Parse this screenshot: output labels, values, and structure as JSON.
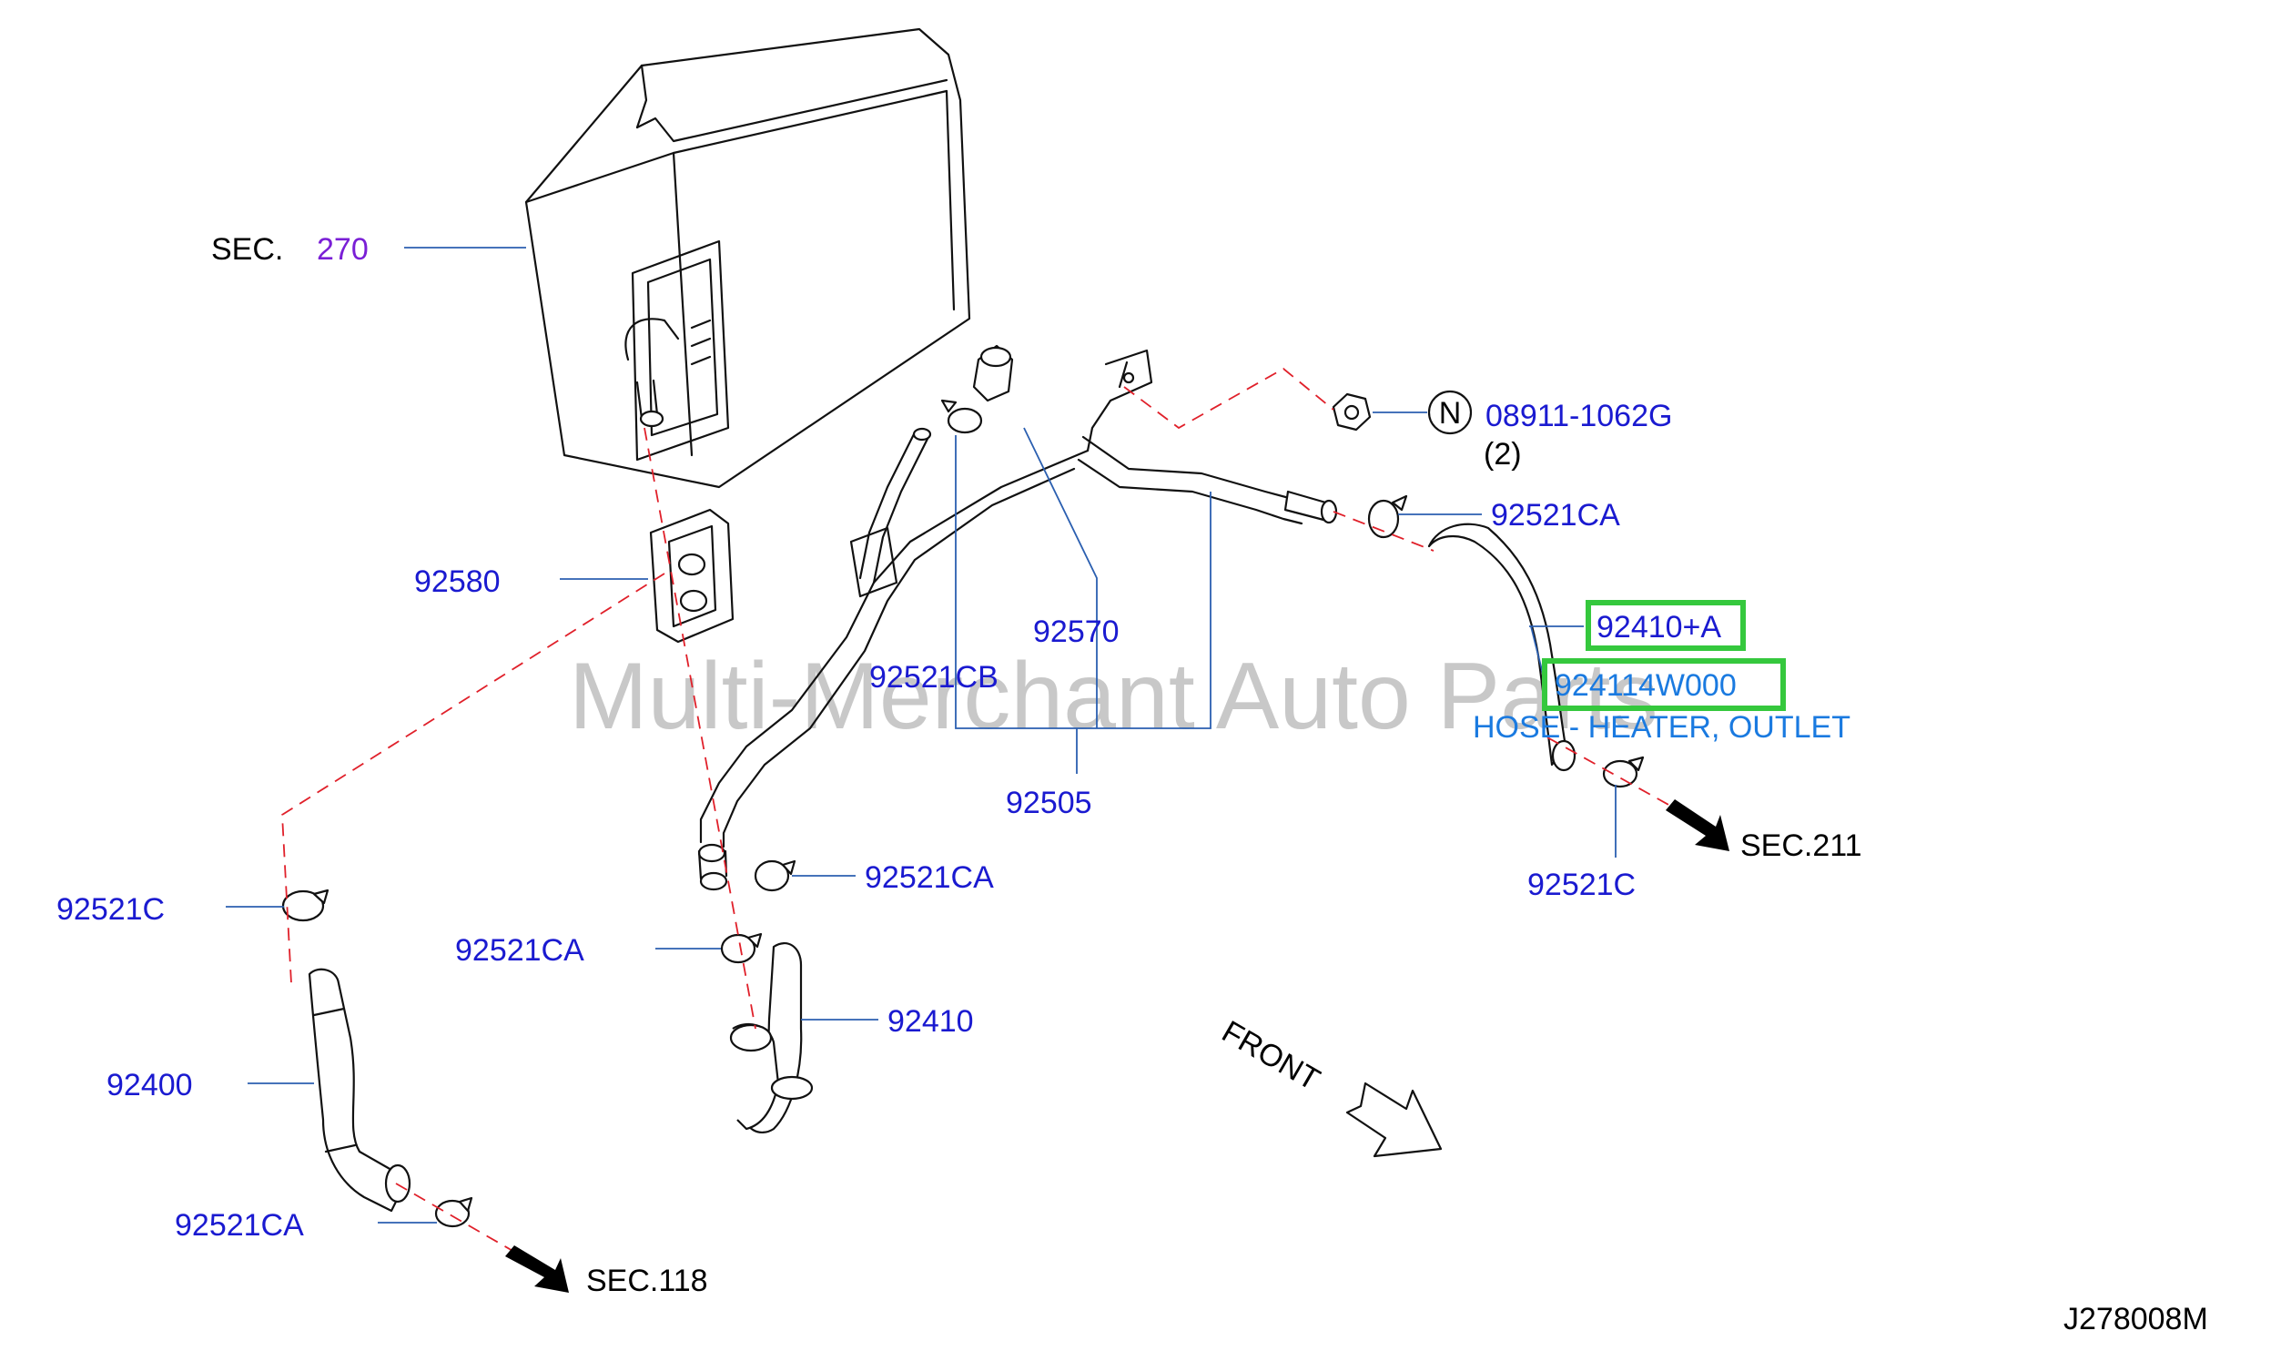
{
  "watermark": "Multi-Merchant Auto Parts",
  "diagram_id": "J278008M",
  "labels": {
    "sec270_prefix": "SEC.",
    "sec270_num": "270",
    "p92580": "92580",
    "p92521cb": "92521CB",
    "p92570": "92570",
    "p92505": "92505",
    "p08911": "08911-1062G",
    "p08911_qty": "(2)",
    "nut_symbol": "N",
    "p92521ca_top": "92521CA",
    "p92410a": "92410+A",
    "p924114w000": "924114W000",
    "hose_desc": "HOSE - HEATER, OUTLET",
    "p92521c_right": "92521C",
    "sec211": "SEC.211",
    "p92521c_left": "92521C",
    "p92521ca_mid1": "92521CA",
    "p92521ca_mid2": "92521CA",
    "p92410": "92410",
    "p92400": "92400",
    "p92521ca_bottom": "92521CA",
    "sec118": "SEC.118",
    "front": "FRONT"
  },
  "colors": {
    "part_number": "#1a1ad0",
    "section_ref": "#7a1fd6",
    "description": "#1a7ae0",
    "highlight": "#35c83d",
    "centerline": "#e0202a",
    "leader": "#2b5fb0"
  }
}
